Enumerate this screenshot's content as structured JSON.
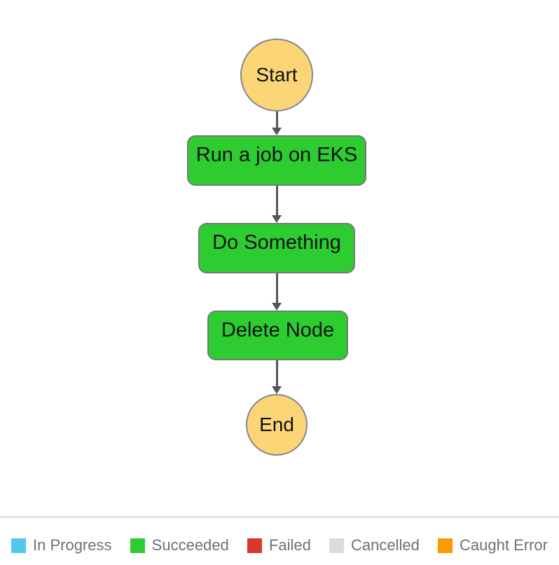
{
  "diagram": {
    "nodes": [
      {
        "id": "start",
        "kind": "start-circle",
        "label": "Start"
      },
      {
        "id": "run-a-job-on-eks",
        "kind": "task",
        "label": "Run a job on EKS",
        "status": "Succeeded"
      },
      {
        "id": "do-something",
        "kind": "task",
        "label": "Do Something",
        "status": "Succeeded"
      },
      {
        "id": "delete-node",
        "kind": "task",
        "label": "Delete Node",
        "status": "Succeeded"
      },
      {
        "id": "end",
        "kind": "end-circle",
        "label": "End"
      }
    ]
  },
  "legend": {
    "items": [
      {
        "label": "In Progress",
        "color": "#51C8EC"
      },
      {
        "label": "Succeeded",
        "color": "#2DCD32"
      },
      {
        "label": "Failed",
        "color": "#D8382F"
      },
      {
        "label": "Cancelled",
        "color": "#DBDBDB"
      },
      {
        "label": "Caught Error",
        "color": "#FB9900"
      }
    ]
  },
  "colors": {
    "terminal_fill": "#FCD577",
    "succeeded_fill": "#2DCD32",
    "edge": "#52565B"
  }
}
